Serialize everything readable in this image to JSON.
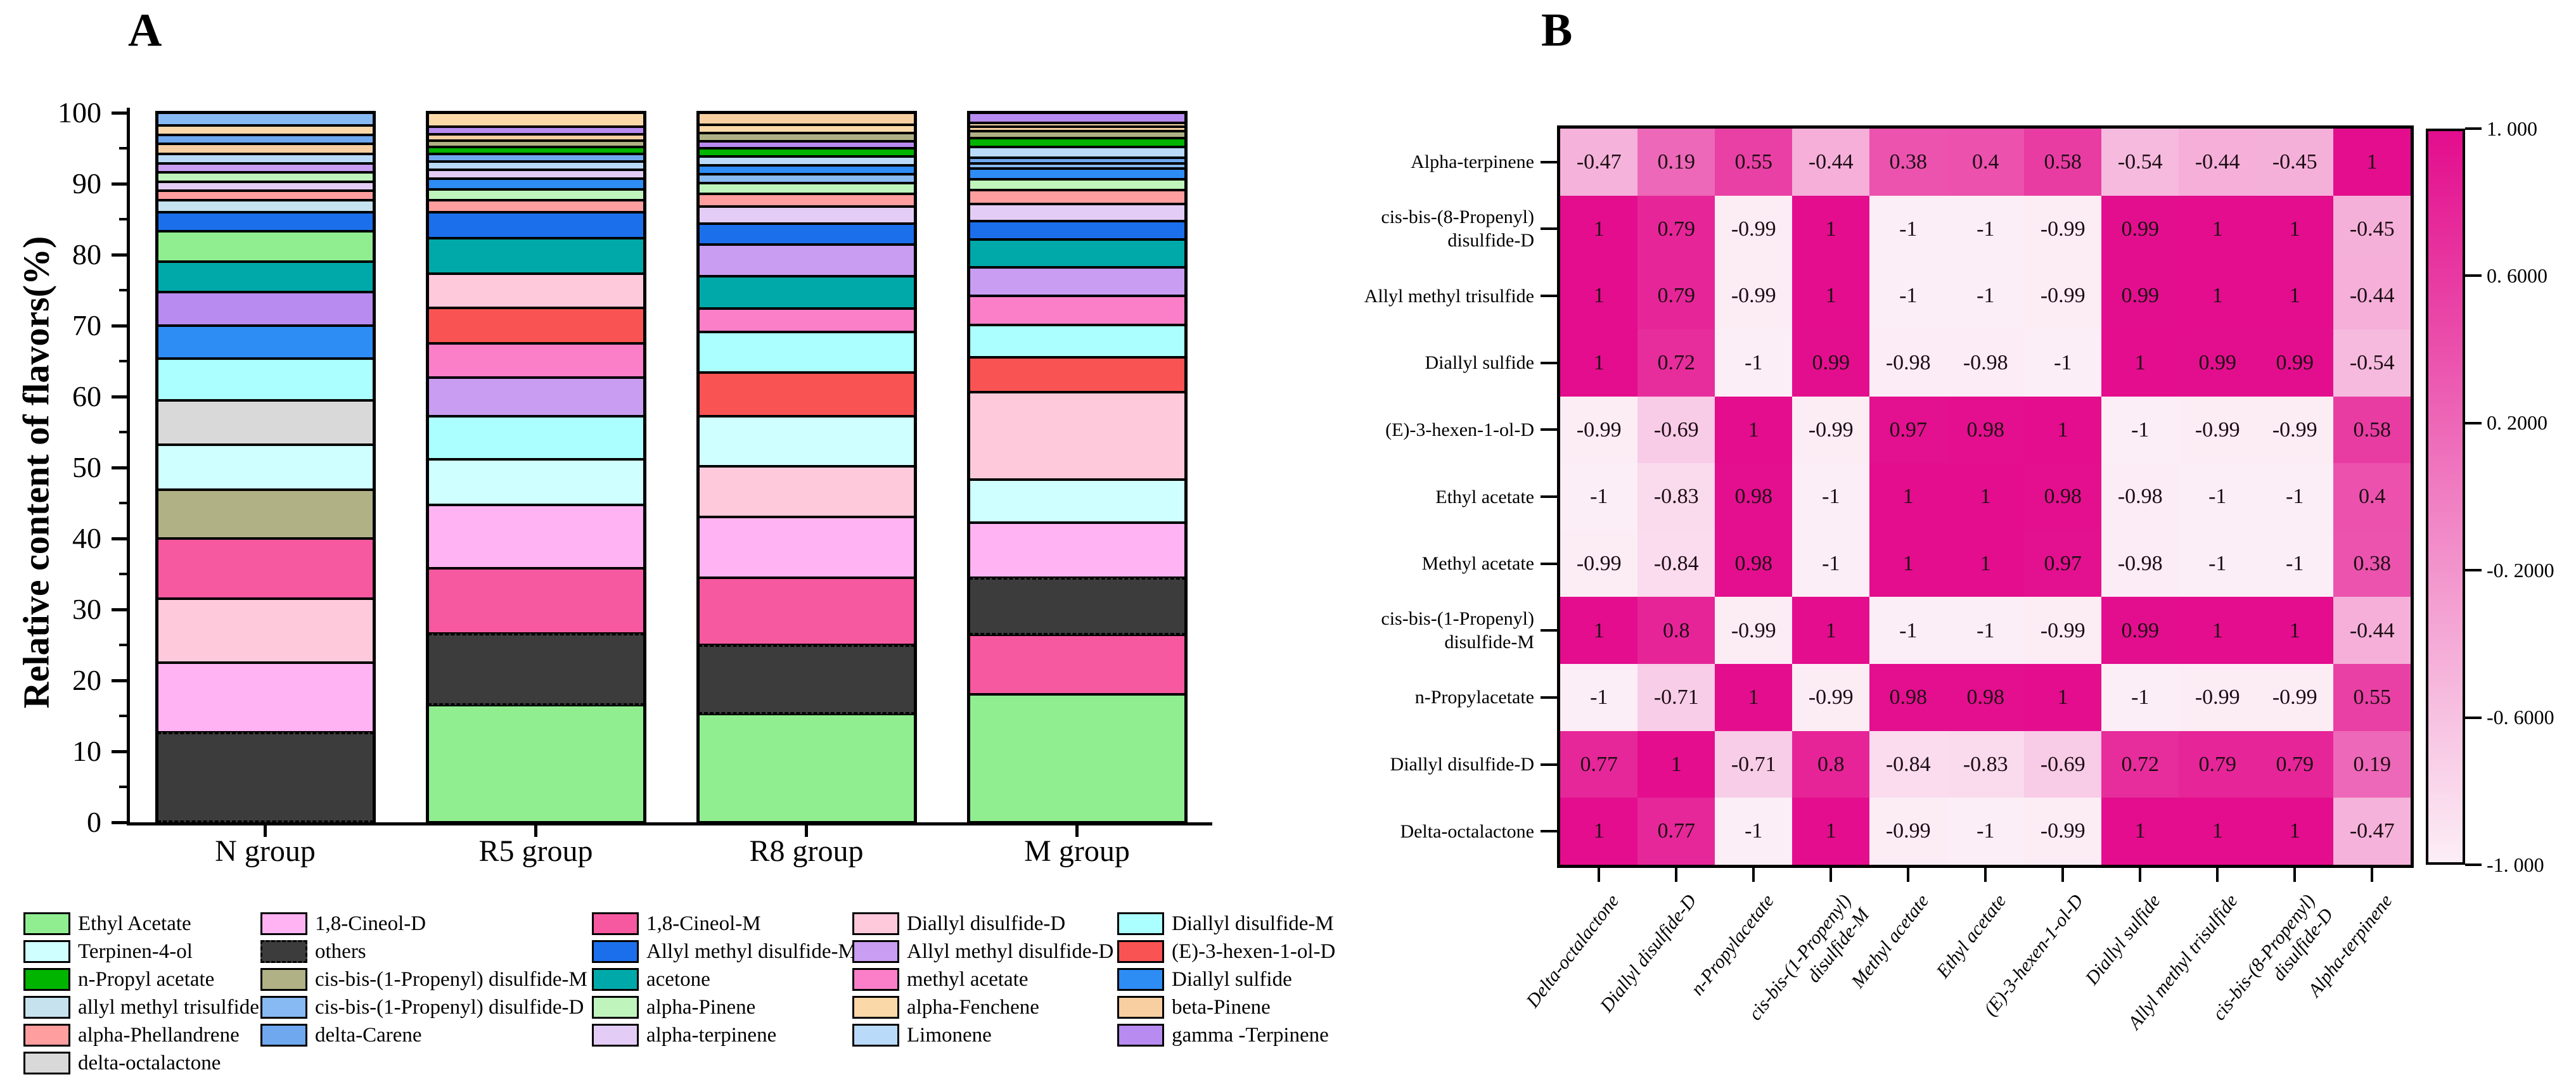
{
  "figure": {
    "panel_a_label": "A",
    "panel_b_label": "B"
  },
  "chart_data": [
    {
      "type": "bar",
      "stacked": true,
      "title": "",
      "xlabel": "",
      "ylabel": "Relative content of flavors(%)",
      "ylim": [
        0,
        100
      ],
      "yticks": [
        0,
        10,
        20,
        30,
        40,
        50,
        60,
        70,
        80,
        90,
        100
      ],
      "categories": [
        "N group",
        "R5 group",
        "R8 group",
        "M group"
      ],
      "grid": false,
      "legend_position": "bottom",
      "dashed_compound": "others",
      "colors": {
        "Ethyl Acetate": "#90EE90",
        "Terpinen-4-ol": "#CFFFFF",
        "n-Propyl acetate": "#00B400",
        "allyl methyl trisulfide": "#C6E2EE",
        "alpha-Phellandrene": "#FF9E9E",
        "delta-octalactone": "#D9D9D9",
        "1,8-Cineol-D": "#FFB3F2",
        "others": "#3C3C3C",
        "cis-bis-(1-Propenyl) disulfide-M": "#B0B185",
        "cis-bis-(1-Propenyl) disulfide-D": "#87B9F2",
        "delta-Carene": "#6FA8EE",
        "1,8-Cineol-M": "#F6599F",
        "Allyl methyl disulfide-M": "#1B6FEB",
        "acetone": "#00A9A9",
        "alpha-Pinene": "#BFF5BC",
        "alpha-terpinene": "#E3CDF6",
        "Diallyl disulfide-D": "#FFC9DC",
        "Allyl methyl disulfide-D": "#C89DF2",
        "methyl acetate": "#FA7FC8",
        "alpha-Fenchene": "#FAD8A8",
        "Limonene": "#B9DAF8",
        "Diallyl disulfide-M": "#ABFFFF",
        "(E)-3-hexen-1-ol-D": "#FA5353",
        "Diallyl sulfide": "#2E8CF5",
        "beta-Pinene": "#F8CFA1",
        "gamma -Terpinene": "#B78BEF"
      },
      "stacks": {
        "N group": [
          {
            "n": "others",
            "v": 12.7
          },
          {
            "n": "1,8-Cineol-D",
            "v": 9.8
          },
          {
            "n": "Diallyl disulfide-D",
            "v": 9.0
          },
          {
            "n": "1,8-Cineol-M",
            "v": 8.5
          },
          {
            "n": "cis-bis-(1-Propenyl) disulfide-M",
            "v": 6.9
          },
          {
            "n": "Terpinen-4-ol",
            "v": 6.3
          },
          {
            "n": "delta-octalactone",
            "v": 6.3
          },
          {
            "n": "Diallyl disulfide-M",
            "v": 5.9
          },
          {
            "n": "Diallyl sulfide",
            "v": 4.6
          },
          {
            "n": "gamma -Terpinene",
            "v": 4.7
          },
          {
            "n": "acetone",
            "v": 4.3
          },
          {
            "n": "Ethyl Acetate",
            "v": 4.3
          },
          {
            "n": "Allyl methyl disulfide-M",
            "v": 2.7
          },
          {
            "n": "allyl methyl trisulfide",
            "v": 1.7
          },
          {
            "n": "alpha-Phellandrene",
            "v": 1.3
          },
          {
            "n": "alpha-terpinene",
            "v": 1.3
          },
          {
            "n": "alpha-Pinene",
            "v": 1.3
          },
          {
            "n": "Allyl methyl disulfide-D",
            "v": 1.3
          },
          {
            "n": "Limonene",
            "v": 1.3
          },
          {
            "n": "beta-Pinene",
            "v": 1.4
          },
          {
            "n": "delta-Carene",
            "v": 1.3
          },
          {
            "n": "alpha-Fenchene",
            "v": 1.3
          },
          {
            "n": "cis-bis-(1-Propenyl) disulfide-D",
            "v": 1.8
          }
        ],
        "R5 group": [
          {
            "n": "Ethyl Acetate",
            "v": 16.5
          },
          {
            "n": "others",
            "v": 10.1
          },
          {
            "n": "1,8-Cineol-M",
            "v": 9.2
          },
          {
            "n": "1,8-Cineol-D",
            "v": 8.9
          },
          {
            "n": "Terpinen-4-ol",
            "v": 6.5
          },
          {
            "n": "Diallyl disulfide-M",
            "v": 6.0
          },
          {
            "n": "Allyl methyl disulfide-D",
            "v": 5.5
          },
          {
            "n": "methyl acetate",
            "v": 4.8
          },
          {
            "n": "(E)-3-hexen-1-ol-D",
            "v": 5.0
          },
          {
            "n": "Diallyl disulfide-D",
            "v": 4.8
          },
          {
            "n": "acetone",
            "v": 5.0
          },
          {
            "n": "Allyl methyl disulfide-M",
            "v": 3.7
          },
          {
            "n": "alpha-Phellandrene",
            "v": 1.7
          },
          {
            "n": "alpha-Pinene",
            "v": 1.5
          },
          {
            "n": "Diallyl sulfide",
            "v": 1.5
          },
          {
            "n": "alpha-terpinene",
            "v": 1.3
          },
          {
            "n": "Limonene",
            "v": 1.1
          },
          {
            "n": "delta-Carene",
            "v": 1.1
          },
          {
            "n": "n-Propyl acetate",
            "v": 1.0
          },
          {
            "n": "cis-bis-(1-Propenyl) disulfide-M",
            "v": 0.9
          },
          {
            "n": "beta-Pinene",
            "v": 0.9
          },
          {
            "n": "gamma -Terpinene",
            "v": 1.0
          },
          {
            "n": "alpha-Fenchene",
            "v": 2.0
          }
        ],
        "R8 group": [
          {
            "n": "Ethyl Acetate",
            "v": 15.3
          },
          {
            "n": "others",
            "v": 9.7
          },
          {
            "n": "1,8-Cineol-M",
            "v": 9.5
          },
          {
            "n": "1,8-Cineol-D",
            "v": 8.5
          },
          {
            "n": "Diallyl disulfide-D",
            "v": 7.2
          },
          {
            "n": "Terpinen-4-ol",
            "v": 7.0
          },
          {
            "n": "(E)-3-hexen-1-ol-D",
            "v": 6.2
          },
          {
            "n": "Diallyl disulfide-M",
            "v": 5.7
          },
          {
            "n": "methyl acetate",
            "v": 3.3
          },
          {
            "n": "acetone",
            "v": 4.6
          },
          {
            "n": "Allyl methyl disulfide-D",
            "v": 4.4
          },
          {
            "n": "Allyl methyl disulfide-M",
            "v": 3.0
          },
          {
            "n": "alpha-terpinene",
            "v": 2.4
          },
          {
            "n": "alpha-Phellandrene",
            "v": 1.8
          },
          {
            "n": "alpha-Pinene",
            "v": 1.5
          },
          {
            "n": "cis-bis-(1-Propenyl) disulfide-D",
            "v": 1.2
          },
          {
            "n": "Diallyl sulfide",
            "v": 1.3
          },
          {
            "n": "Limonene",
            "v": 1.2
          },
          {
            "n": "n-Propyl acetate",
            "v": 1.2
          },
          {
            "n": "gamma -Terpinene",
            "v": 1.0
          },
          {
            "n": "cis-bis-(1-Propenyl) disulfide-M",
            "v": 1.1
          },
          {
            "n": "alpha-Fenchene",
            "v": 1.2
          },
          {
            "n": "beta-Pinene",
            "v": 1.7
          }
        ],
        "M group": [
          {
            "n": "Ethyl Acetate",
            "v": 18.0
          },
          {
            "n": "1,8-Cineol-M",
            "v": 8.4
          },
          {
            "n": "others",
            "v": 8.1
          },
          {
            "n": "1,8-Cineol-D",
            "v": 7.7
          },
          {
            "n": "Terpinen-4-ol",
            "v": 6.1
          },
          {
            "n": "Diallyl disulfide-D",
            "v": 12.3
          },
          {
            "n": "(E)-3-hexen-1-ol-D",
            "v": 4.9
          },
          {
            "n": "Diallyl disulfide-M",
            "v": 4.6
          },
          {
            "n": "methyl acetate",
            "v": 4.1
          },
          {
            "n": "Allyl methyl disulfide-D",
            "v": 4.0
          },
          {
            "n": "acetone",
            "v": 3.9
          },
          {
            "n": "Allyl methyl disulfide-M",
            "v": 2.6
          },
          {
            "n": "alpha-terpinene",
            "v": 2.4
          },
          {
            "n": "alpha-Phellandrene",
            "v": 2.0
          },
          {
            "n": "alpha-Pinene",
            "v": 1.5
          },
          {
            "n": "Diallyl sulfide",
            "v": 1.5
          },
          {
            "n": "cis-bis-(1-Propenyl) disulfide-D",
            "v": 0.8
          },
          {
            "n": "delta-Carene",
            "v": 0.8
          },
          {
            "n": "Limonene",
            "v": 1.5
          },
          {
            "n": "n-Propyl acetate",
            "v": 1.2
          },
          {
            "n": "cis-bis-(1-Propenyl) disulfide-M",
            "v": 1.0
          },
          {
            "n": "beta-Pinene",
            "v": 0.6
          },
          {
            "n": "alpha-Fenchene",
            "v": 0.6
          },
          {
            "n": "gamma -Terpinene",
            "v": 1.4
          }
        ]
      },
      "legend_columns": [
        [
          "Ethyl Acetate",
          "Terpinen-4-ol",
          "n-Propyl acetate",
          "allyl methyl trisulfide",
          "alpha-Phellandrene",
          "delta-octalactone"
        ],
        [
          "1,8-Cineol-D",
          "others",
          "cis-bis-(1-Propenyl) disulfide-M",
          "cis-bis-(1-Propenyl) disulfide-D",
          "delta-Carene"
        ],
        [
          "1,8-Cineol-M",
          "Allyl methyl disulfide-M",
          "acetone",
          "alpha-Pinene",
          "alpha-terpinene"
        ],
        [
          "Diallyl disulfide-D",
          "Allyl methyl disulfide-D",
          "methyl acetate",
          "alpha-Fenchene",
          "Limonene"
        ],
        [
          "Diallyl disulfide-M",
          "(E)-3-hexen-1-ol-D",
          "Diallyl sulfide",
          "beta-Pinene",
          "gamma -Terpinene"
        ]
      ]
    },
    {
      "type": "heatmap",
      "title": "",
      "rows": [
        "Alpha-terpinene",
        "cis-bis-(8-Propenyl)\ndisulfide-D",
        "Allyl methyl trisulfide",
        "Diallyl sulfide",
        "(E)-3-hexen-1-ol-D",
        "Ethyl acetate",
        "Methyl acetate",
        "cis-bis-(1-Propenyl)\ndisulfide-M",
        "n-Propylacetate",
        "Diallyl disulfide-D",
        "Delta-octalactone"
      ],
      "cols": [
        "Delta-octalactone",
        "Diallyl disulfide-D",
        "n-Propylacetate",
        "cis-bis-(1-Propenyl)\ndisulfide-M",
        "Methyl acetate",
        "Ethyl acetate",
        "(E)-3-hexen-1-ol-D",
        "Diallyl sulfide",
        "Allyl methyl trisulfide",
        "cis-bis-(8-Propenyl)\ndisulfide-D",
        "Alpha-terpinene"
      ],
      "values": [
        [
          "-0.47",
          "0.19",
          "0.55",
          "-0.44",
          "0.38",
          "0.4",
          "0.58",
          "-0.54",
          "-0.44",
          "-0.45",
          "1"
        ],
        [
          "1",
          "0.79",
          "-0.99",
          "1",
          "-1",
          "-1",
          "-0.99",
          "0.99",
          "1",
          "1",
          "-0.45"
        ],
        [
          "1",
          "0.79",
          "-0.99",
          "1",
          "-1",
          "-1",
          "-0.99",
          "0.99",
          "1",
          "1",
          "-0.44"
        ],
        [
          "1",
          "0.72",
          "-1",
          "0.99",
          "-0.98",
          "-0.98",
          "-1",
          "1",
          "0.99",
          "0.99",
          "-0.54"
        ],
        [
          "-0.99",
          "-0.69",
          "1",
          "-0.99",
          "0.97",
          "0.98",
          "1",
          "-1",
          "-0.99",
          "-0.99",
          "0.58"
        ],
        [
          "-1",
          "-0.83",
          "0.98",
          "-1",
          "1",
          "1",
          "0.98",
          "-0.98",
          "-1",
          "-1",
          "0.4"
        ],
        [
          "-0.99",
          "-0.84",
          "0.98",
          "-1",
          "1",
          "1",
          "0.97",
          "-0.98",
          "-1",
          "-1",
          "0.38"
        ],
        [
          "1",
          "0.8",
          "-0.99",
          "1",
          "-1",
          "-1",
          "-0.99",
          "0.99",
          "1",
          "1",
          "-0.44"
        ],
        [
          "-1",
          "-0.71",
          "1",
          "-0.99",
          "0.98",
          "0.98",
          "1",
          "-1",
          "-0.99",
          "-0.99",
          "0.55"
        ],
        [
          "0.77",
          "1",
          "-0.71",
          "0.8",
          "-0.84",
          "-0.83",
          "-0.69",
          "0.72",
          "0.79",
          "0.79",
          "0.19"
        ],
        [
          "1",
          "0.77",
          "-1",
          "1",
          "-0.99",
          "-1",
          "-0.99",
          "1",
          "1",
          "1",
          "-0.47"
        ]
      ],
      "value_range": [
        -1,
        1
      ],
      "colorbar": {
        "position": "right",
        "high_color": "#E30D8D",
        "low_color": "#FCEEF6",
        "ticks": [
          {
            "value": 1.0,
            "label": "1. 000"
          },
          {
            "value": 0.6,
            "label": "0. 6000"
          },
          {
            "value": 0.2,
            "label": "0. 2000"
          },
          {
            "value": -0.2,
            "label": "-0. 2000"
          },
          {
            "value": -0.6,
            "label": "-0. 6000"
          },
          {
            "value": -1.0,
            "label": "-1. 000"
          }
        ]
      }
    }
  ]
}
